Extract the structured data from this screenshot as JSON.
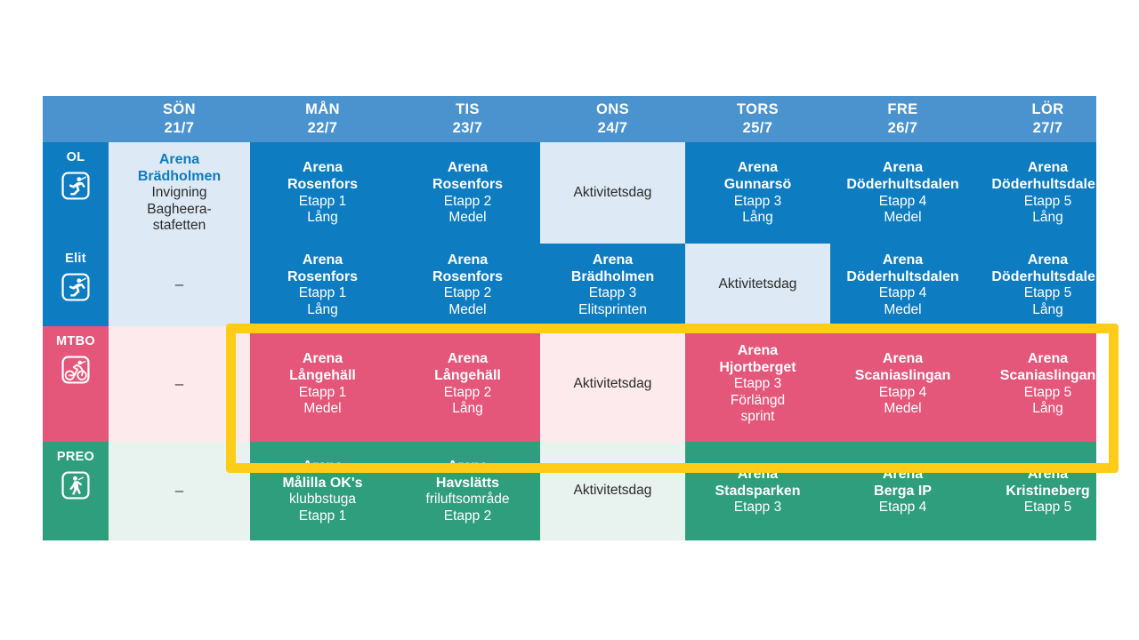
{
  "highlight": {
    "color": "#ffcc17",
    "target": "MTBO"
  },
  "palette": {
    "header_blue": "#4a93cf",
    "blue": "#0d7cc0",
    "blue_light": "#dde9f4",
    "pink": "#e4577a",
    "pink_light": "#fdeaec",
    "green": "#2e9e7c",
    "green_light": "#e8f2ee"
  },
  "header": {
    "corner": "",
    "days": [
      {
        "name": "SÖN",
        "date": "21/7"
      },
      {
        "name": "MÅN",
        "date": "22/7"
      },
      {
        "name": "TIS",
        "date": "23/7"
      },
      {
        "name": "ONS",
        "date": "24/7"
      },
      {
        "name": "TORS",
        "date": "25/7"
      },
      {
        "name": "FRE",
        "date": "26/7"
      },
      {
        "name": "LÖR",
        "date": "27/7"
      }
    ]
  },
  "rows": [
    {
      "label": "OL",
      "icon": "runner-icon",
      "cells": [
        {
          "l1": "Arena",
          "l2": "Brädholmen",
          "l3": "Invigning",
          "l4": "Bagheera-",
          "l5": "stafetten"
        },
        {
          "l1": "Arena",
          "l2": "Rosenfors",
          "l3": "Etapp 1",
          "l4": "Lång"
        },
        {
          "l1": "Arena",
          "l2": "Rosenfors",
          "l3": "Etapp 2",
          "l4": "Medel"
        },
        {
          "l1": "Aktivitetsdag"
        },
        {
          "l1": "Arena",
          "l2": "Gunnarsö",
          "l3": "Etapp 3",
          "l4": "Lång"
        },
        {
          "l1": "Arena",
          "l2": "Döderhultsdalen",
          "l3": "Etapp 4",
          "l4": "Medel"
        },
        {
          "l1": "Arena",
          "l2": "Döderhultsdalen",
          "l3": "Etapp 5",
          "l4": "Lång"
        }
      ]
    },
    {
      "label": "Elit",
      "icon": "runner-icon",
      "cells": [
        {
          "l1": "–"
        },
        {
          "l1": "Arena",
          "l2": "Rosenfors",
          "l3": "Etapp 1",
          "l4": "Lång"
        },
        {
          "l1": "Arena",
          "l2": "Rosenfors",
          "l3": "Etapp 2",
          "l4": "Medel"
        },
        {
          "l1": "Arena",
          "l2": "Brädholmen",
          "l3": "Etapp 3",
          "l4": "Elitsprinten"
        },
        {
          "l1": "Aktivitetsdag"
        },
        {
          "l1": "Arena",
          "l2": "Döderhultsdalen",
          "l3": "Etapp 4",
          "l4": "Medel"
        },
        {
          "l1": "Arena",
          "l2": "Döderhultsdalen",
          "l3": "Etapp 5",
          "l4": "Lång"
        }
      ]
    },
    {
      "label": "MTBO",
      "icon": "cyclist-icon",
      "cells": [
        {
          "l1": "–"
        },
        {
          "l1": "Arena",
          "l2": "Långehäll",
          "l3": "Etapp 1",
          "l4": "Medel"
        },
        {
          "l1": "Arena",
          "l2": "Långehäll",
          "l3": "Etapp 2",
          "l4": "Lång"
        },
        {
          "l1": "Aktivitetsdag"
        },
        {
          "l1": "Arena",
          "l2": "Hjortberget",
          "l3": "Etapp 3",
          "l4": "Förlängd",
          "l5": "sprint"
        },
        {
          "l1": "Arena",
          "l2": "Scaniaslingan",
          "l3": "Etapp 4",
          "l4": "Medel"
        },
        {
          "l1": "Arena",
          "l2": "Scaniaslingan",
          "l3": "Etapp 5",
          "l4": "Lång"
        }
      ]
    },
    {
      "label": "PREO",
      "icon": "walker-icon",
      "cells": [
        {
          "l1": "–"
        },
        {
          "l1": "Arena",
          "l2": "Målilla OK's",
          "l3": "klubbstuga",
          "l4": "Etapp 1"
        },
        {
          "l1": "Arena",
          "l2": "Havslätts",
          "l3": "friluftsområde",
          "l4": "Etapp 2"
        },
        {
          "l1": "Aktivitetsdag"
        },
        {
          "l1": "Arena",
          "l2": "Stadsparken",
          "l3": "Etapp 3"
        },
        {
          "l1": "Arena",
          "l2": "Berga IP",
          "l3": "Etapp 4"
        },
        {
          "l1": "Arena",
          "l2": "Kristineberg",
          "l3": "Etapp 5"
        }
      ]
    }
  ]
}
